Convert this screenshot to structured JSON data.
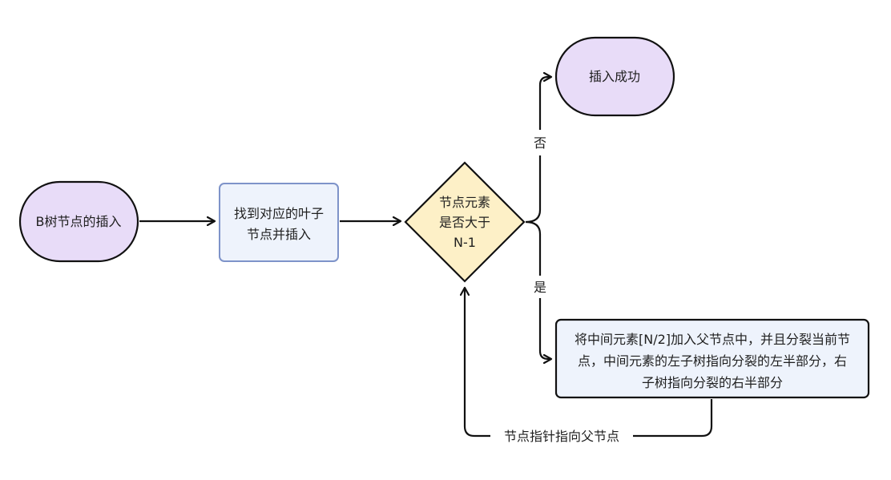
{
  "nodes": {
    "start": {
      "label": "B树节点的插入"
    },
    "find_leaf": {
      "lines": [
        "找到对应的叶子",
        "节点并插入"
      ]
    },
    "decision": {
      "lines": [
        "节点元素",
        "是否大于",
        "N-1"
      ]
    },
    "success": {
      "label": "插入成功"
    },
    "split": {
      "lines": [
        "将中间元素[N/2]加入父节点中，并且分裂当前节",
        "点，中间元素的左子树指向分裂的左半部分，右",
        "子树指向分裂的右半部分"
      ]
    }
  },
  "edges": {
    "no_label": "否",
    "yes_label": "是",
    "loop_label": "节点指针指向父节点"
  },
  "colors": {
    "terminal_fill": "#e8dcf8",
    "process_fill": "#eef3fc",
    "process_border": "#7e93c9",
    "decision_fill": "#fdf0c7",
    "stroke": "#111111"
  }
}
